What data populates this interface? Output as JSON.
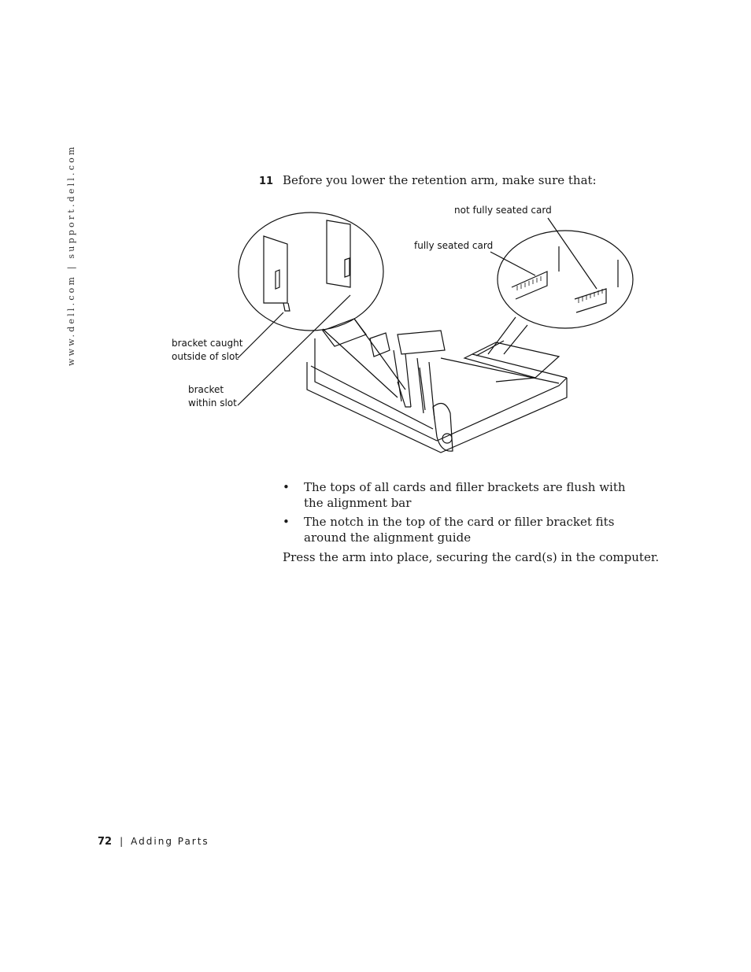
{
  "side_url": "www.dell.com | support.dell.com",
  "step": {
    "number": "11",
    "text": "Before you lower the retention arm, make sure that:"
  },
  "figure": {
    "labels": {
      "not_fully_seated": "not fully seated card",
      "fully_seated": "fully seated card",
      "bracket_caught_line1": "bracket caught",
      "bracket_caught_line2": "outside of slot",
      "bracket_within_line1": "bracket",
      "bracket_within_line2": "within slot"
    }
  },
  "bullets": [
    "The tops of all cards and filler brackets are flush with the alignment bar",
    "The notch in the top of the card or filler bracket fits around the alignment guide"
  ],
  "press_text": "Press the arm into place, securing the card(s) in the computer.",
  "footer": {
    "page_number": "72",
    "separator": "|",
    "section": "Adding Parts"
  }
}
